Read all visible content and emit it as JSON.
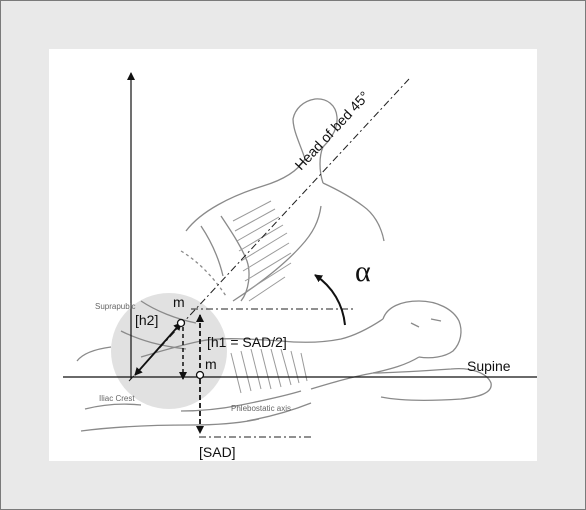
{
  "labels": {
    "head_of_bed": "Head of bed 45°",
    "alpha": "α",
    "supine": "Supine",
    "suprapubic": "Suprapubic",
    "h2": "[h2]",
    "h1": "[h1 = SAD/2]",
    "m_upper": "m",
    "m_lower": "m",
    "iliac_crest": "Iliac Crest",
    "phlebostatic_axis": "Phlebostatic axis",
    "sad": "[SAD]"
  }
}
